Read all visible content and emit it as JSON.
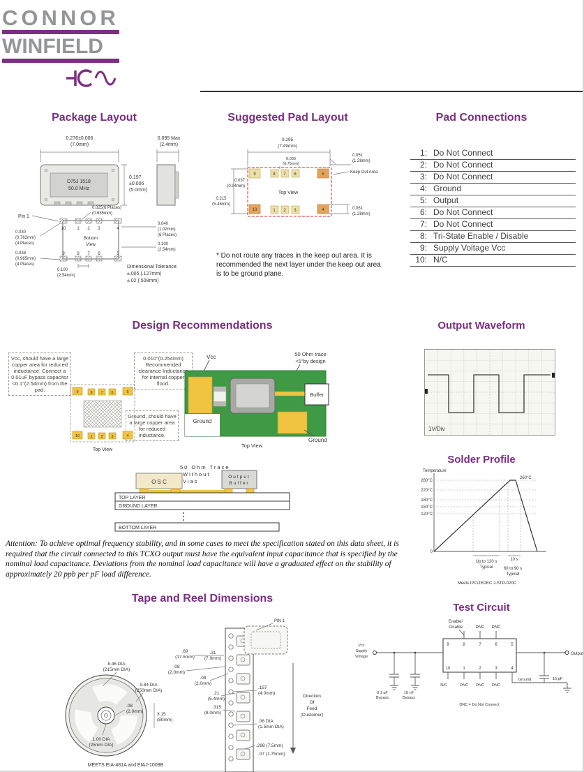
{
  "logo": {
    "word1": "CONNOR",
    "word2": "WINFIELD"
  },
  "sections": {
    "package": {
      "title": "Package Layout"
    },
    "padlayout": {
      "title": "Suggested Pad Layout"
    },
    "padconn": {
      "title": "Pad Connections"
    },
    "design": {
      "title": "Design Recommendations"
    },
    "waveform": {
      "title": "Output Waveform"
    },
    "solder": {
      "title": "Solder Profile"
    },
    "tapereel": {
      "title": "Tape and Reel Dimensions"
    },
    "testcircuit": {
      "title": "Test Circuit"
    }
  },
  "pads": {
    "n1": "1",
    "n2": "2",
    "n3": "3",
    "n4": "4",
    "n5": "5",
    "n6": "6",
    "n7": "7",
    "n8": "8",
    "n9": "9",
    "n10": "10"
  },
  "package": {
    "dim_w1": "0.276±0.006",
    "dim_w2": "(7.0mm)",
    "dim_t1": "0.095 Max",
    "dim_t2": "(2.4mm)",
    "dim_h1": "0.197",
    "dim_h2": "±0.006",
    "dim_h3": "(5.0mm)",
    "chip1": "D75J 1518",
    "chip2": "50.0 MHz",
    "pin1": "Pin 1",
    "p025_1": "0.025(6 Places)",
    "p025_2": "(0.635mm)",
    "p040_1": "0.040",
    "p040_2": "(1.02mm)",
    "p040_3": "(6 Places)",
    "p100r_1": "0.100",
    "p100r_2": "(2.54mm)",
    "bv1": "Bottom",
    "bv2": "View",
    "p030_1": "0.030",
    "p030_2": "(0.762mm)",
    "p030_3": "(4 Places)",
    "p038_1": "0.038",
    "p038_2": "(0.965mm)",
    "p038_3": "(4 Places)",
    "p100b_1": "0.100",
    "p100b_2": "(2.54mm)",
    "tol1": "Dimensional Tolerance:",
    "tol2": "±.005 (.127mm)",
    "tol3": "±.02  (.508mm)"
  },
  "padlayout": {
    "d295_1": "0.295",
    "d295_2": "(7.49mm)",
    "d030_1": "0.030",
    "d030_2": "(0.76mm)",
    "d051t_1": "0.051",
    "d051t_2": "(1.28mm)",
    "keepout": "Keep Out Area",
    "d037_1": "0.037",
    "d037_2": "(0.94mm)",
    "topview": "Top View",
    "d215_1": "0.215",
    "d215_2": "(5.46mm)",
    "d051b_1": "0.051",
    "d051b_2": "(1.28mm)",
    "note": "* Do not route any traces in the keep out area. It is recommended the next layer under the keep out area is to be ground plane."
  },
  "padconn": {
    "rows": [
      {
        "num": "1:",
        "label": "Do Not Connect"
      },
      {
        "num": "2:",
        "label": "Do Not Connect"
      },
      {
        "num": "3:",
        "label": "Do Not Connect"
      },
      {
        "num": "4:",
        "label": "Ground"
      },
      {
        "num": "5:",
        "label": "Output"
      },
      {
        "num": "6:",
        "label": "Do Not Connect"
      },
      {
        "num": "7:",
        "label": "Do Not Connect"
      },
      {
        "num": "8:",
        "label": "Tri-State Enable / Disable"
      },
      {
        "num": "9:",
        "label": "Supply Voltage Vcc"
      },
      {
        "num": "10:",
        "label": "N/C"
      }
    ]
  },
  "design": {
    "vcc_note": "Vcc, should have a large copper area for reduced inductance. Connect a 0.01uF bypass capacitor <0.1\"(2.54mm) from the pad.",
    "clearance_note": "0.010\"(0.254mm) Recommended clearance Inductance for internal copper flood.",
    "ground_note": "Ground, should have a large copper area for reduced inductance.",
    "topview_left": "Top View",
    "vcc": "Vcc",
    "trace1": "50 Ohm trace",
    "trace2": "<1\"by design",
    "buffer": "Buffer",
    "ground_left": "Ground",
    "ground_right": "Ground",
    "topview_pcb": "Top View",
    "xs_trace1": "50 Ohm Trace",
    "xs_trace2": "Without",
    "xs_trace3": "Vias",
    "xs_osc": "O S C",
    "xs_out1": "Output",
    "xs_out2": "Buffer",
    "xs_top": "TOP LAYER",
    "xs_ground": "GROUND LAYER",
    "xs_bottom": "BOTTOM LAYER"
  },
  "waveform": {
    "scale": "1V/Div"
  },
  "solder": {
    "ylabel": "Temperature",
    "t260": "260°C",
    "t220": "220°C",
    "t180": "180°C",
    "t150": "150°C",
    "t120": "120°C",
    "t0": "0",
    "peak": "260°C",
    "z1a": "Up to 120 s",
    "z1b": "Typical",
    "z2a": "60 to 90 s",
    "z2b": "Typical",
    "z3": "10 s",
    "footnote": "Meets IPC/JEDEC J-STD-020C"
  },
  "attention": "Attention: To achieve optimal frequency stability, and in some cases to meet the specification stated on this data sheet, it is required that the circuit connected to this TCXO output must have the equivalent input capacitance that is specified by the nominal load capacitance. Deviations from the nominal load capacitance will have a graduated effect on the stability of approximately 20 ppb per pF load difference.",
  "tapereel": {
    "d846_1": "8.46 DIA",
    "d846_2": "(215mm DIA)",
    "d984_1": "9.84 DIA",
    "d984_2": "(250mm DIA)",
    "d08a_1": ".08",
    "d08a_2": "(2.0mm)",
    "d100_1": "1.00 DIA",
    "d100_2": "(25mm DIA)",
    "d315_1": "3.15",
    "d315_2": "(80mm)",
    "d69_1": ".69",
    "d69_2": "(17.5mm)",
    "d08b_1": ".08",
    "d08b_2": "(2.0mm)",
    "d08c_1": ".08",
    "d08c_2": "(2.0mm)",
    "d31_1": ".31",
    "d31_2": "(7.9mm)",
    "d21_1": ".21",
    "d21_2": "(5.4mm)",
    "d157_1": ".157",
    "d157_2": "(4.0mm)",
    "d315t_1": ".315",
    "d315t_2": "(8.0mm)",
    "d06_1": ".06 DIA",
    "d06_2": "(1.5mm DIA)",
    "d298": ".298 (7.5mm)",
    "d07": ".07 (1.75mm)",
    "pin1": "PIN 1",
    "feed1": "Direction",
    "feed2": "Of",
    "feed3": "Feed",
    "feed4": "(Customer)",
    "meets": "MEETS EIA-481A and EIAJ-1009B"
  },
  "testcircuit": {
    "en1": "Enable/",
    "en2": "Disable",
    "dnct1": "DNC",
    "dnct2": "DNC",
    "vcc1": "Vcc",
    "vcc2": "Supply",
    "vcc3": "Voltage",
    "output": "Output",
    "ground": "Ground",
    "c1a": "0.1 uF",
    "c1b": "Bypass",
    "c2a": "10 nF",
    "c2b": "Bypass",
    "c3": "15 pF",
    "nc": "N/C",
    "dncb1": "DNC",
    "dncb2": "DNC",
    "dncb3": "DNC",
    "note": "DNC = Do Not Connect"
  }
}
